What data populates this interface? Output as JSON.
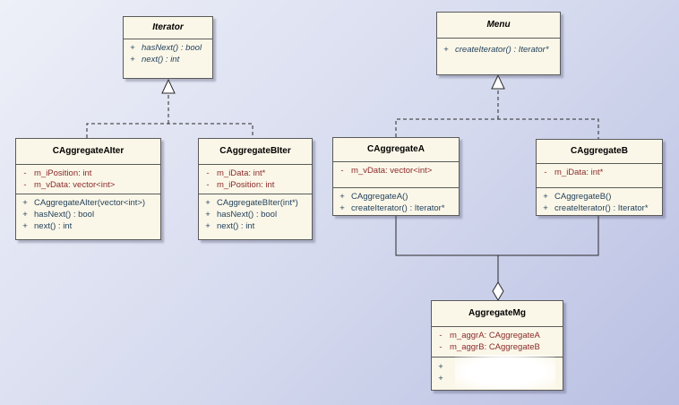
{
  "classes": {
    "iterator": {
      "name": "Iterator",
      "ops": [
        {
          "vis": "+",
          "text": "hasNext() : bool"
        },
        {
          "vis": "+",
          "text": "next() : int"
        }
      ]
    },
    "menu": {
      "name": "Menu",
      "ops": [
        {
          "vis": "+",
          "text": "createIterator() : Iterator*"
        }
      ]
    },
    "cAggregateAIter": {
      "name": "CAggregateAIter",
      "attrs": [
        {
          "vis": "-",
          "text": "m_iPosition:  int"
        },
        {
          "vis": "-",
          "text": "m_vData:  vector<int>"
        }
      ],
      "ops": [
        {
          "vis": "+",
          "text": "CAggregateAIter(vector<int>)"
        },
        {
          "vis": "+",
          "text": "hasNext() : bool"
        },
        {
          "vis": "+",
          "text": "next() : int"
        }
      ]
    },
    "cAggregateBIter": {
      "name": "CAggregateBIter",
      "attrs": [
        {
          "vis": "-",
          "text": "m_iData:  int*"
        },
        {
          "vis": "-",
          "text": "m_iPosition:  int"
        }
      ],
      "ops": [
        {
          "vis": "+",
          "text": "CAggregateBIter(int*)"
        },
        {
          "vis": "+",
          "text": "hasNext() : bool"
        },
        {
          "vis": "+",
          "text": "next() : int"
        }
      ]
    },
    "cAggregateA": {
      "name": "CAggregateA",
      "attrs": [
        {
          "vis": "-",
          "text": "m_vData:  vector<int>"
        }
      ],
      "ops": [
        {
          "vis": "+",
          "text": "CAggregateA()"
        },
        {
          "vis": "+",
          "text": "createIterator() : Iterator*"
        }
      ]
    },
    "cAggregateB": {
      "name": "CAggregateB",
      "attrs": [
        {
          "vis": "-",
          "text": "m_iData:  int*"
        }
      ],
      "ops": [
        {
          "vis": "+",
          "text": "CAggregateB()"
        },
        {
          "vis": "+",
          "text": "createIterator() : Iterator*"
        }
      ]
    },
    "aggregateMg": {
      "name": "AggregateMg",
      "attrs": [
        {
          "vis": "-",
          "text": "m_aggrA:  CAggregateA"
        },
        {
          "vis": "-",
          "text": "m_aggrB:  CAggregateB"
        }
      ],
      "ops": [
        {
          "vis": "+",
          "text": ""
        },
        {
          "vis": "+",
          "text": ""
        }
      ]
    }
  },
  "colors": {
    "attribute_text": "#8a2a2a",
    "operation_text": "#1e3e5a",
    "box_fill": "#fbf7e8",
    "line": "#2a2a2a"
  }
}
